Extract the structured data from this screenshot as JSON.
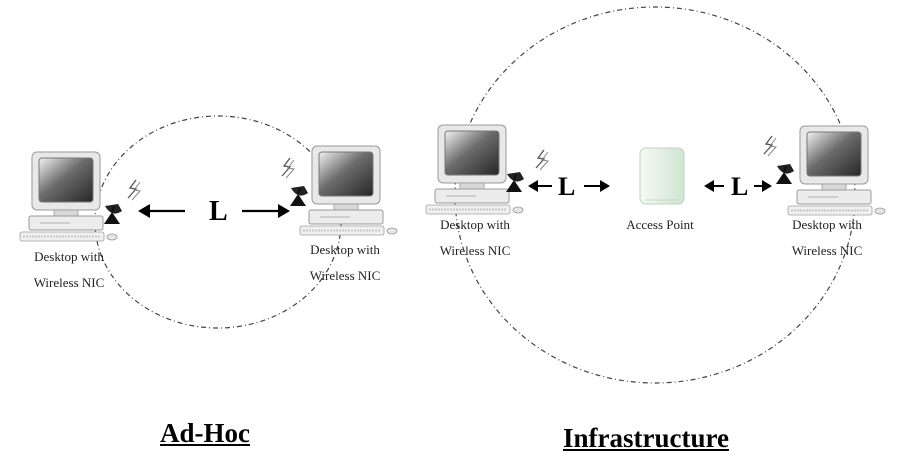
{
  "adhoc": {
    "title": "Ad-Hoc",
    "distance_label": "L",
    "left_desktop": {
      "line1": "Desktop with",
      "line2": "Wireless NIC"
    },
    "right_desktop": {
      "line1": "Desktop with",
      "line2": "Wireless NIC"
    }
  },
  "infrastructure": {
    "title": "Infrastructure",
    "left_distance_label": "L",
    "right_distance_label": "L",
    "left_desktop": {
      "line1": "Desktop with",
      "line2": "Wireless NIC"
    },
    "access_point": {
      "label": "Access Point"
    },
    "right_desktop": {
      "line1": "Desktop with",
      "line2": "Wireless NIC"
    }
  },
  "colors": {
    "circle_stroke": "#444444",
    "monitor_bezel": "#e6e6e6",
    "screen_dark": "#3a3a3a",
    "access_point_body": "#dfeee0"
  }
}
